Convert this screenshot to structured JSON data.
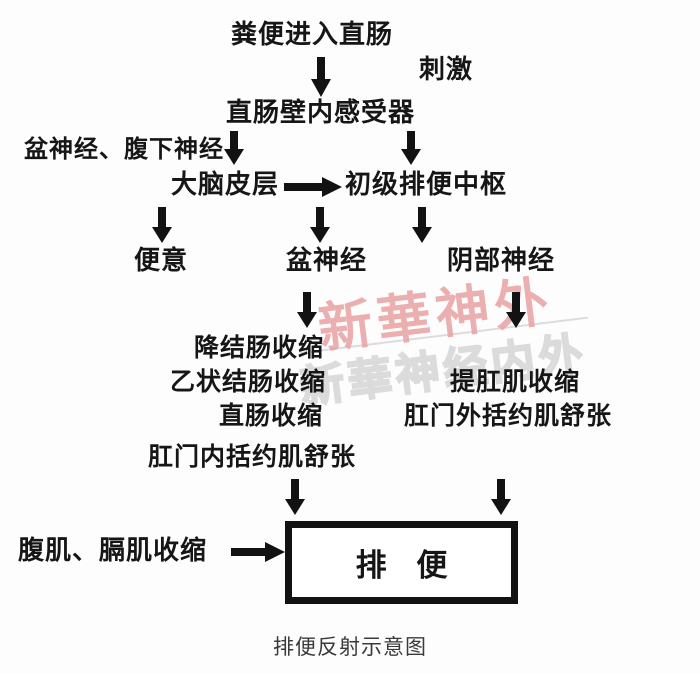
{
  "diagram": {
    "caption": "排便反射示意图",
    "outcome_box": {
      "label": "排 便"
    },
    "nodes": {
      "stool_enters_rectum": "粪便进入直肠",
      "stimulus": "刺激",
      "rectal_wall_receptor": "直肠壁内感受器",
      "pelvic_hypogastric_nerve": "盆神经、腹下神经",
      "cerebral_cortex": "大脑皮层",
      "primary_defecation_center": "初级排便中枢",
      "urge_to_defecate": "便意",
      "pelvic_nerve": "盆神经",
      "pudendal_nerve": "阴部神经",
      "descending_colon_contraction": "降结肠收缩",
      "sigmoid_colon_contraction": "乙状结肠收缩",
      "rectum_contraction": "直肠收缩",
      "internal_anal_sphincter_relaxation": "肛门内括约肌舒张",
      "levator_ani_contraction": "提肛肌收缩",
      "external_anal_sphincter_relaxation": "肛门外括约肌舒张",
      "abdominal_diaphragm_contraction": "腹肌、膈肌收缩"
    },
    "watermarks": {
      "primary": "新華神外",
      "secondary": "新華神经内外"
    },
    "colors": {
      "ink": "#161616",
      "watermark_primary": "#e9a2a2",
      "watermark_secondary": "#d8d8d8",
      "caption": "#3a3a3a"
    }
  }
}
